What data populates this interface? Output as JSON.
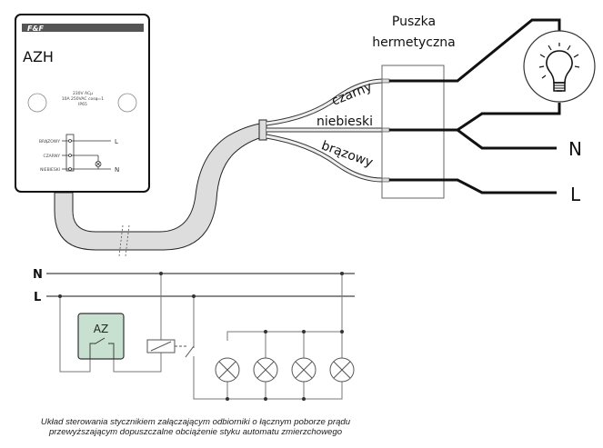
{
  "device": {
    "brand": "F&F",
    "model": "AZH",
    "specs": [
      "230V ACµ",
      "10A 250VAC cosφ=1",
      "IP65"
    ],
    "terminals": [
      "BRĄZOWY",
      "CZARNY",
      "NIEBIESKI"
    ],
    "terminal_targets": [
      "L",
      "N"
    ]
  },
  "wires": {
    "black": "czarny",
    "blue": "niebieski",
    "brown": "brązowy"
  },
  "junction_box": {
    "line1": "Puszka",
    "line2": "hermetyczna"
  },
  "outputs": {
    "neutral": "N",
    "line": "L"
  },
  "schematic": {
    "bus_n": "N",
    "bus_l": "L",
    "controller_label": "AZ",
    "controller_color": "#c7e0d0",
    "lamp_count": 4
  },
  "caption": {
    "line1": "Układ sterowania stycznikiem załączającym odbiorniki o łącznym poborze prądu",
    "line2": "przewyższającym dopuszczalne obciążenie styku automatu zmierzchowego"
  }
}
